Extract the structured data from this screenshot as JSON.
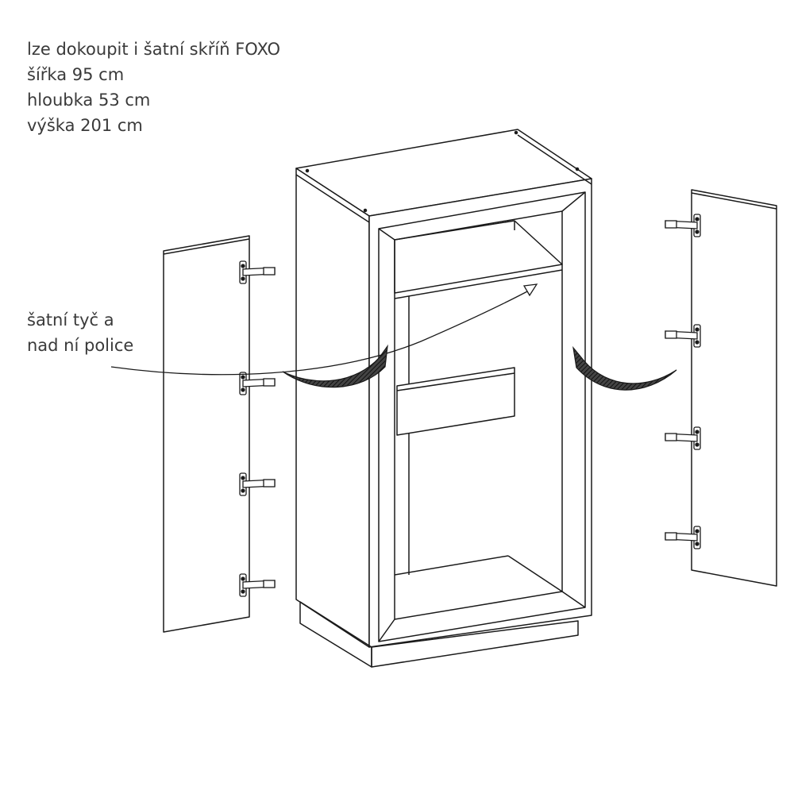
{
  "info": {
    "line1": "lze dokoupit i šatní skříň FOXO",
    "line2": "šířka 95 cm",
    "line3": "hloubka 53 cm",
    "line4": "výška 201 cm"
  },
  "callout": {
    "line1": "šatní tyč a",
    "line2": "nad ní police"
  },
  "colors": {
    "stroke": "#1a1a1a",
    "text": "#3a3a3a",
    "background": "#ffffff"
  }
}
